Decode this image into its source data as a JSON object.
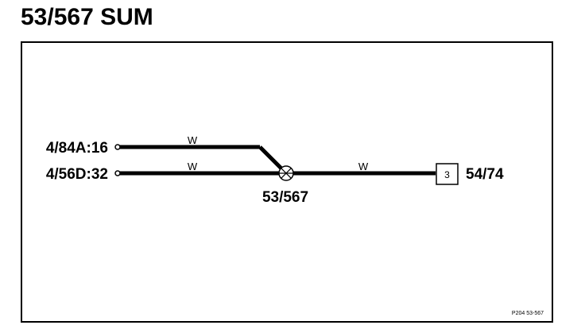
{
  "page": {
    "title": "53/567 SUM"
  },
  "diagram": {
    "sources": [
      {
        "label": "4/84A:16",
        "wire_color": "W"
      },
      {
        "label": "4/56D:32",
        "wire_color": "W"
      }
    ],
    "splice": {
      "label": "53/567"
    },
    "output": {
      "wire_color": "W",
      "box_number": "3",
      "destination": "54/74"
    },
    "reference": "P204  53-567"
  }
}
